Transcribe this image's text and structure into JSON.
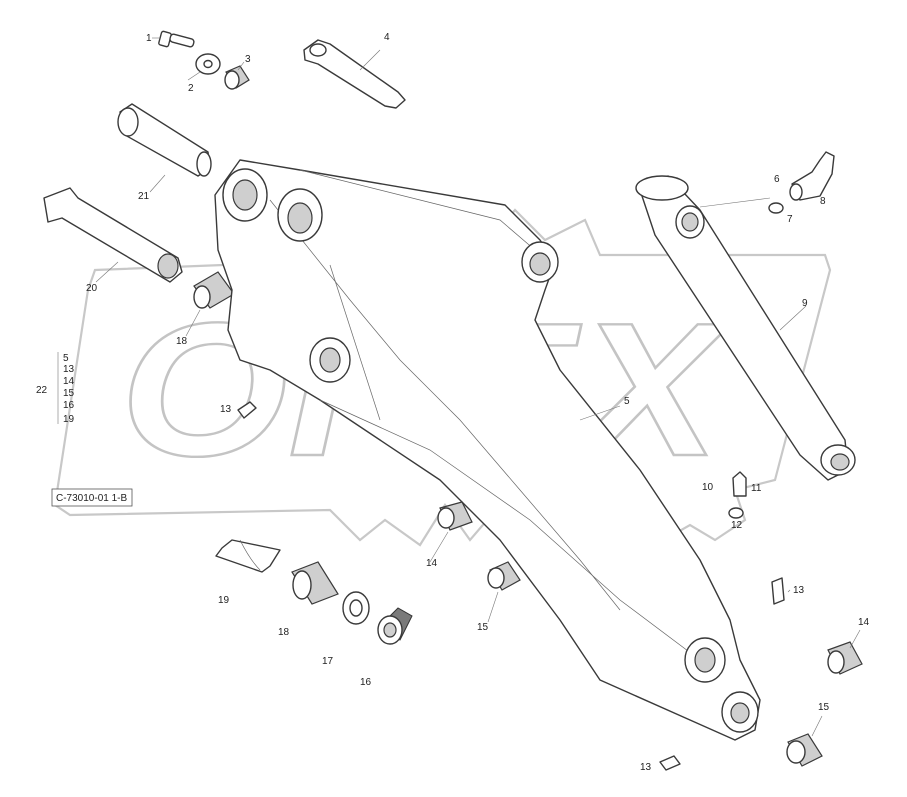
{
  "diagram": {
    "code": "C-73010-01 1-B",
    "watermark": "OPEX",
    "callouts": {
      "c1": "1",
      "c2": "2",
      "c3": "3",
      "c4": "4",
      "c5": "5",
      "c6": "6",
      "c7": "7",
      "c8": "8",
      "c9": "9",
      "c10": "10",
      "c11": "11",
      "c12": "12",
      "c13a": "13",
      "c13b": "13",
      "c13c": "13",
      "c14a": "14",
      "c14b": "14",
      "c15a": "15",
      "c15b": "15",
      "c16": "16",
      "c17": "17",
      "c18a": "18",
      "c18b": "18",
      "c19": "19",
      "c20": "20",
      "c21": "21",
      "c22": "22"
    },
    "kit_22": [
      "5",
      "13",
      "14",
      "15",
      "16",
      "19"
    ]
  }
}
